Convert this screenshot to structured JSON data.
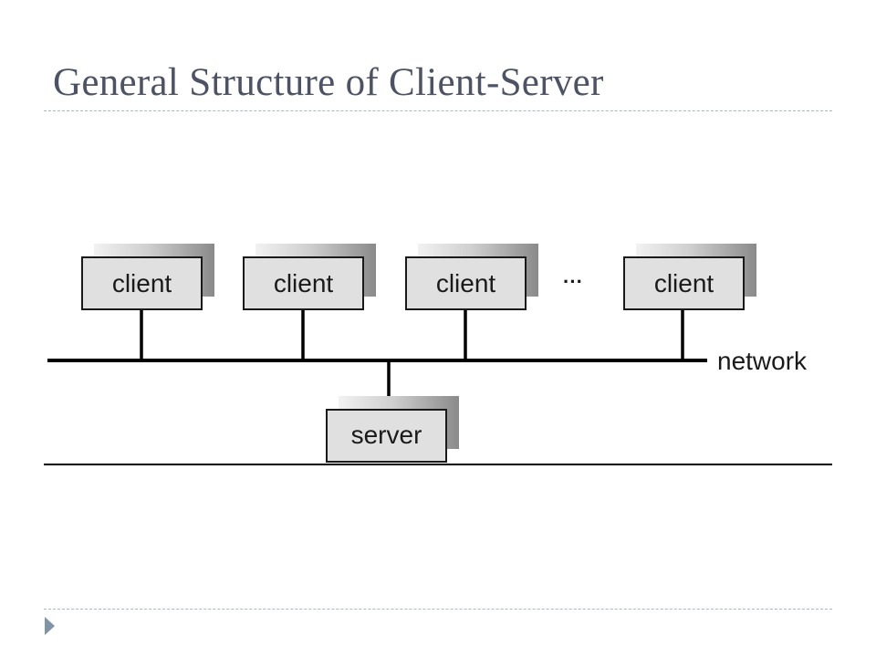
{
  "title": "General Structure of Client-Server",
  "diagram": {
    "clients": [
      "client",
      "client",
      "client",
      "client"
    ],
    "ellipsis": "···",
    "network_label": "network",
    "server": "server"
  },
  "colors": {
    "title": "#4d5264",
    "box_fill": "#e0e0e0",
    "box_stroke": "#1a1a1a",
    "rule": "#a9b8c4",
    "bullet": "#7f94a6"
  },
  "icons": {
    "bullet": "triangle-right-icon"
  }
}
